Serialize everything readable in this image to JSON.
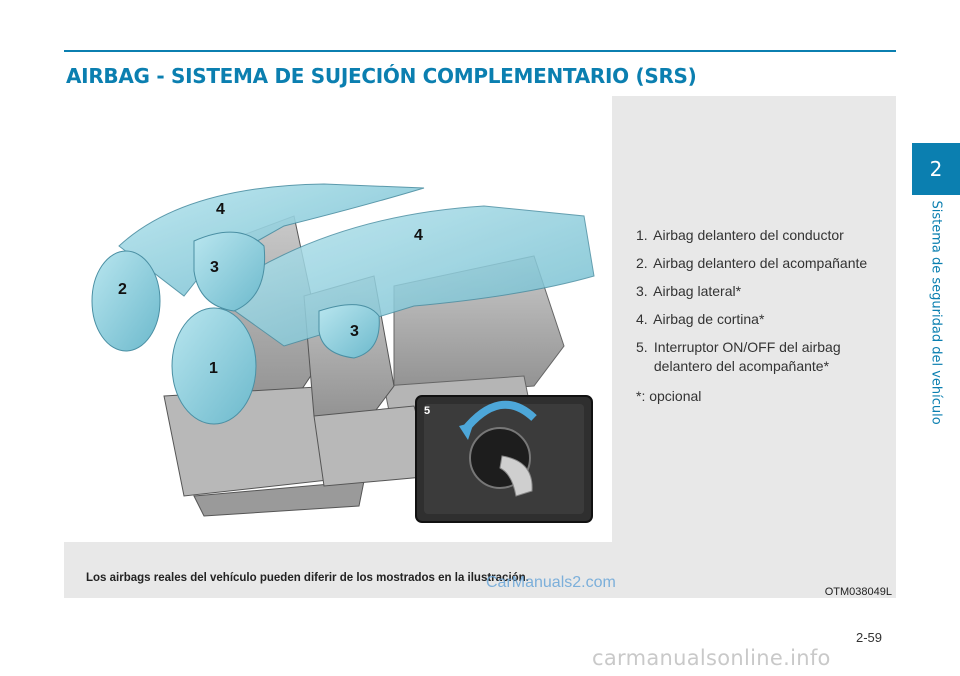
{
  "header": {
    "title": "AIRBAG - SISTEMA DE SUJECIÓN COMPLEMENTARIO (SRS)"
  },
  "illustration": {
    "callouts": [
      "1",
      "2",
      "3",
      "4",
      "4",
      "3"
    ],
    "switch_callout": "5"
  },
  "legend": {
    "items": [
      {
        "num": "1.",
        "text": "Airbag delantero del conductor"
      },
      {
        "num": "2.",
        "text": "Airbag delantero del acompañante"
      },
      {
        "num": "3.",
        "text": "Airbag lateral*"
      },
      {
        "num": "4.",
        "text": "Airbag de cortina*"
      },
      {
        "num": "5.",
        "text": "Interruptor ON/OFF del airbag delantero del acompañante*"
      }
    ],
    "note": "*: opcional"
  },
  "disclaimer": "Los airbags reales del vehículo pueden diferir de los mostrados en la ilustración.",
  "figure_code": "OTM038049L",
  "watermark": "CarManuals2.com",
  "page_number": "2-59",
  "footer_watermark": "carmanualsonline.info",
  "side_tab": {
    "chapter": "2",
    "label": "Sistema de seguridad del vehículo"
  },
  "colors": {
    "accent": "#0b7fb0",
    "airbag": "#8fd0df",
    "panel": "#e8e8e8"
  }
}
